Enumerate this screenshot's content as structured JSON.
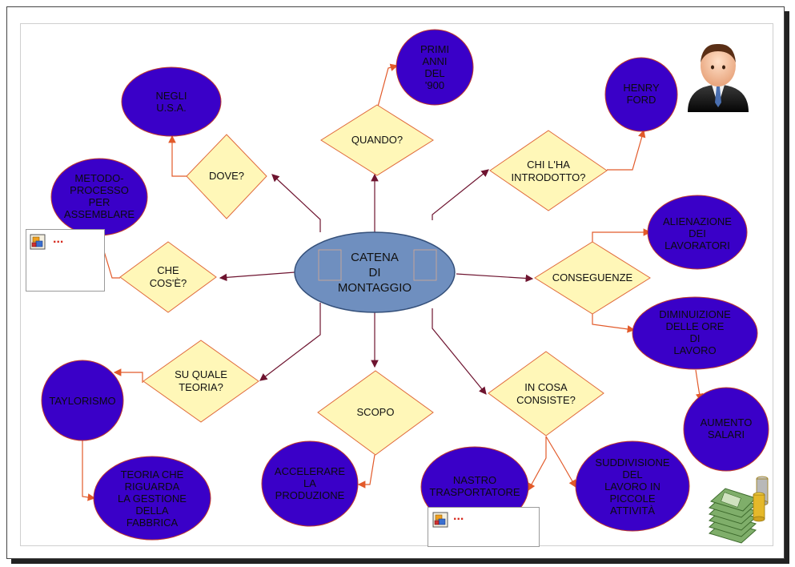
{
  "center": {
    "label": "CATENA\nDI\nMONTAGGIO"
  },
  "questions": {
    "quando": "QUANDO?",
    "dove": "DOVE?",
    "cose": "CHE\nCOS'È?",
    "teoria": "SU QUALE\nTEORIA?",
    "scopo": "SCOPO",
    "consiste": "IN COSA\nCONSISTE?",
    "conseguenze": "CONSEGUENZE",
    "chi": "CHI L'HA\nINTRODOTTO?"
  },
  "answers": {
    "primi": "PRIMI\nANNI\nDEL\n'900",
    "usa": "NEGLI\nU.S.A.",
    "metodo": "METODO-\nPROCESSO\nPER\nASSEMBLARE",
    "taylorismo": "TAYLORISMO",
    "teoria_fabbrica": "TEORIA CHE\nRIGUARDA\nLA GESTIONE\nDELLA\nFABBRICA",
    "accelerare": "ACCELERARE\nLA\nPRODUZIONE",
    "nastro": "NASTRO\nTRASPORTATORE",
    "suddivisione": "SUDDIVISIONE\nDEL\nLAVORO IN\nPICCOLE\nATTIVITÀ",
    "ford": "HENRY\nFORD",
    "alienazione": "ALIENAZIONE\nDEI\nLAVORATORI",
    "diminuizione": "DIMINUIZIONE\nDELLE ORE\nDI\nLAVORO",
    "salari": "AUMENTO\nSALARI"
  },
  "attachments": {
    "dots": "..."
  },
  "colors": {
    "oval_fill": "#3a00c8",
    "oval_stroke": "#c0392b",
    "diamond_fill": "#fff7b8",
    "diamond_stroke": "#e06a3c",
    "center_fill": "#6f8fbf",
    "center_stroke": "#35507a",
    "dark_connector": "#6e1430",
    "orange_connector": "#e25a2a"
  },
  "icons": [
    "businessman-icon",
    "money-stack-icon",
    "linked-object-icon"
  ]
}
